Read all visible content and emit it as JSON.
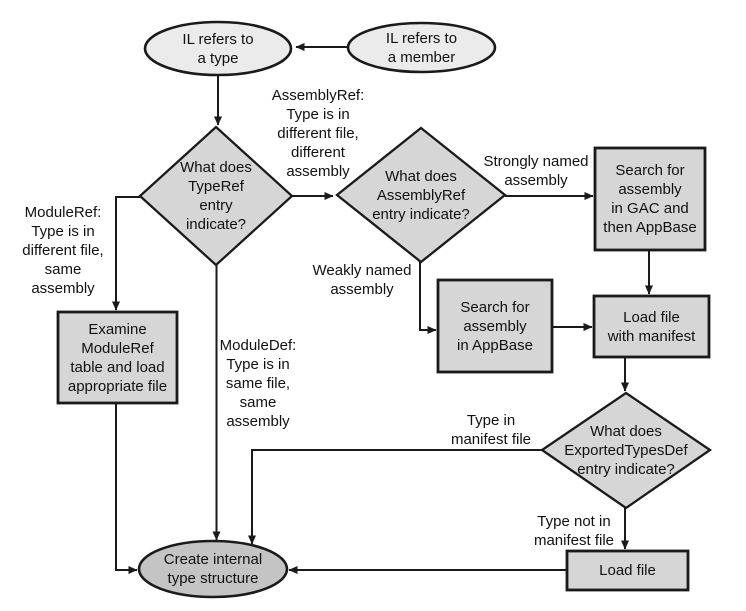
{
  "nodes": {
    "il_type": {
      "label": "IL refers to\na type"
    },
    "il_member": {
      "label": "IL refers to\na member"
    },
    "typeref": {
      "label": "What does\nTypeRef\nentry\nindicate?"
    },
    "assemblyref": {
      "label": "What does\nAssemblyRef\nentry indicate?"
    },
    "search_gac": {
      "label": "Search for\nassembly\nin GAC and\nthen AppBase"
    },
    "search_appbase": {
      "label": "Search for\nassembly\nin AppBase"
    },
    "load_manifest": {
      "label": "Load file\nwith manifest"
    },
    "examine_moduleref": {
      "label": "Examine\nModuleRef\ntable and load\nappropriate file"
    },
    "exportedtypesdef": {
      "label": "What does\nExportedTypesDef\nentry indicate?"
    },
    "load_file": {
      "label": "Load file"
    },
    "create_internal": {
      "label": "Create internal\ntype structure"
    }
  },
  "edge_labels": {
    "assemblyref_case": "AssemblyRef:\nType is in\ndifferent file,\ndifferent\nassembly",
    "moduleref_case": "ModuleRef:\nType is in\ndifferent file,\nsame\nassembly",
    "moduledef_case": "ModuleDef:\nType is in\nsame file,\nsame\nassembly",
    "strongly_named": "Strongly named\nassembly",
    "weakly_named": "Weakly named\nassembly",
    "type_in_manifest": "Type in\nmanifest file",
    "type_not_in_manifest": "Type not in\nmanifest file"
  },
  "colors": {
    "background": "#ffffff",
    "terminal_ellipse_fill": "#ebebeb",
    "process_fill": "#d6d6d6",
    "final_ellipse_fill": "#c4c4c4",
    "stroke": "#1a1a1a",
    "text": "#111111"
  }
}
